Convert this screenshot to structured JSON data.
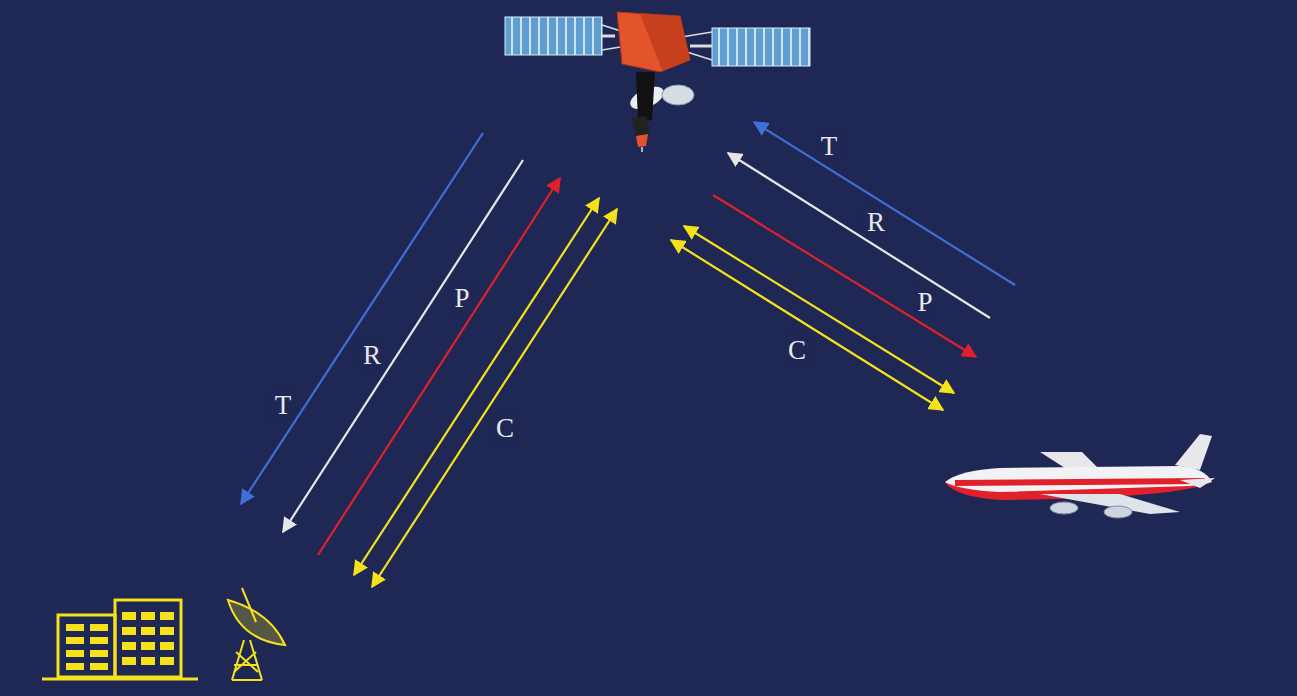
{
  "diagram": {
    "labels": [
      "T",
      "R",
      "P",
      "C",
      "T",
      "R",
      "P",
      "C"
    ]
  }
}
